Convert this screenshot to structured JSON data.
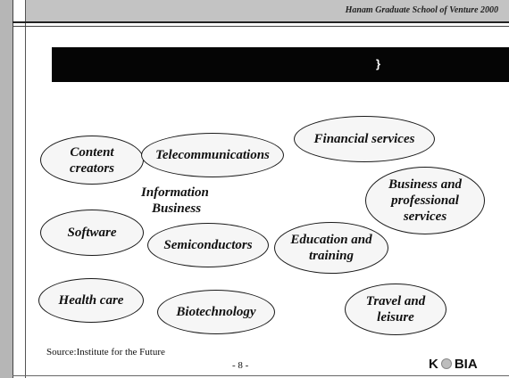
{
  "header": {
    "text": "Hanam Graduate School of Venture 2000"
  },
  "banner": {
    "mark": "}"
  },
  "ovals": {
    "content_creators": "Content creators",
    "telecommunications": "Telecommunications",
    "financial_services": "Financial services",
    "business_professional": "Business and professional services",
    "software": "Software",
    "semiconductors": "Semiconductors",
    "education_training": "Education and training",
    "health_care": "Health care",
    "biotechnology": "Biotechnology",
    "travel_leisure": "Travel and leisure"
  },
  "center_label": {
    "line1": "Information",
    "line2": "Business"
  },
  "footer": {
    "source": "Source:Institute for the Future",
    "page": "- 8 -",
    "logo_left": "K",
    "logo_right": "BIA"
  }
}
